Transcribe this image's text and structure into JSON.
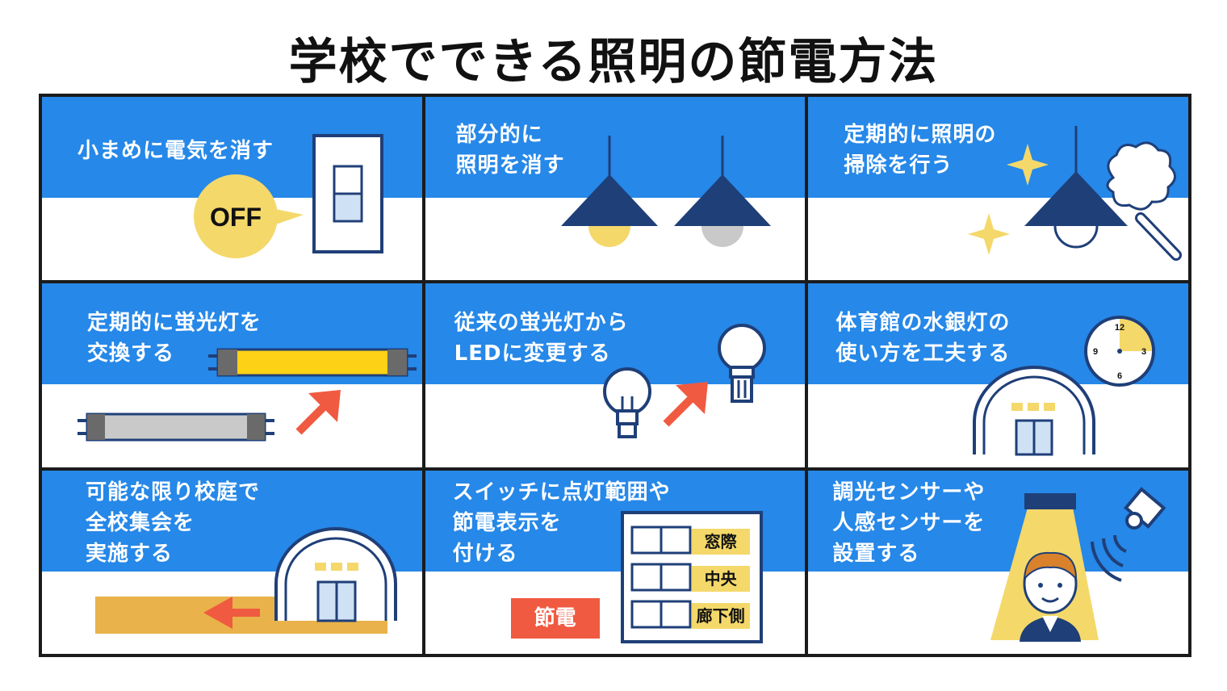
{
  "title": "学校でできる照明の節電方法",
  "cells": [
    {
      "caption": "小まめに電気を消す",
      "icons": [
        "light-switch-icon",
        "off-speech-bubble-icon"
      ],
      "bubble_text": "OFF"
    },
    {
      "caption": "部分的に\n照明を消す",
      "icons": [
        "pendant-lamp-on-icon",
        "pendant-lamp-off-icon"
      ]
    },
    {
      "caption": "定期的に照明の\n掃除を行う",
      "icons": [
        "pendant-lamp-icon",
        "duster-icon",
        "sparkle-icon"
      ]
    },
    {
      "caption": "定期的に蛍光灯を\n交換する",
      "icons": [
        "new-fluorescent-tube-icon",
        "old-fluorescent-tube-icon",
        "arrow-up-right-icon"
      ]
    },
    {
      "caption": "従来の蛍光灯から\nLEDに変更する",
      "icons": [
        "incandescent-bulb-icon",
        "led-bulb-icon",
        "arrow-up-right-icon"
      ]
    },
    {
      "caption": "体育館の水銀灯の\n使い方を工夫する",
      "icons": [
        "clock-icon",
        "gymnasium-icon"
      ],
      "clock_numbers": [
        "12",
        "3",
        "6",
        "9"
      ]
    },
    {
      "caption": "可能な限り校庭で\n全校集会を\n実施する",
      "icons": [
        "gymnasium-icon",
        "schoolyard-icon",
        "arrow-left-icon"
      ]
    },
    {
      "caption": "スイッチに点灯範囲や\n節電表示を\n付ける",
      "icons": [
        "switch-panel-icon",
        "setsuden-label-icon"
      ],
      "switch_labels": [
        "窓際",
        "中央",
        "廊下側"
      ],
      "setsuden_label": "節電"
    },
    {
      "caption": "調光センサーや\n人感センサーを\n設置する",
      "icons": [
        "ceiling-light-icon",
        "person-icon",
        "motion-sensor-icon"
      ]
    }
  ],
  "colors": {
    "band_blue": "#2688e8",
    "navy": "#1f3f78",
    "yellow": "#f4d86a",
    "orange_red": "#f05a40",
    "gray": "#c9c9c9"
  }
}
